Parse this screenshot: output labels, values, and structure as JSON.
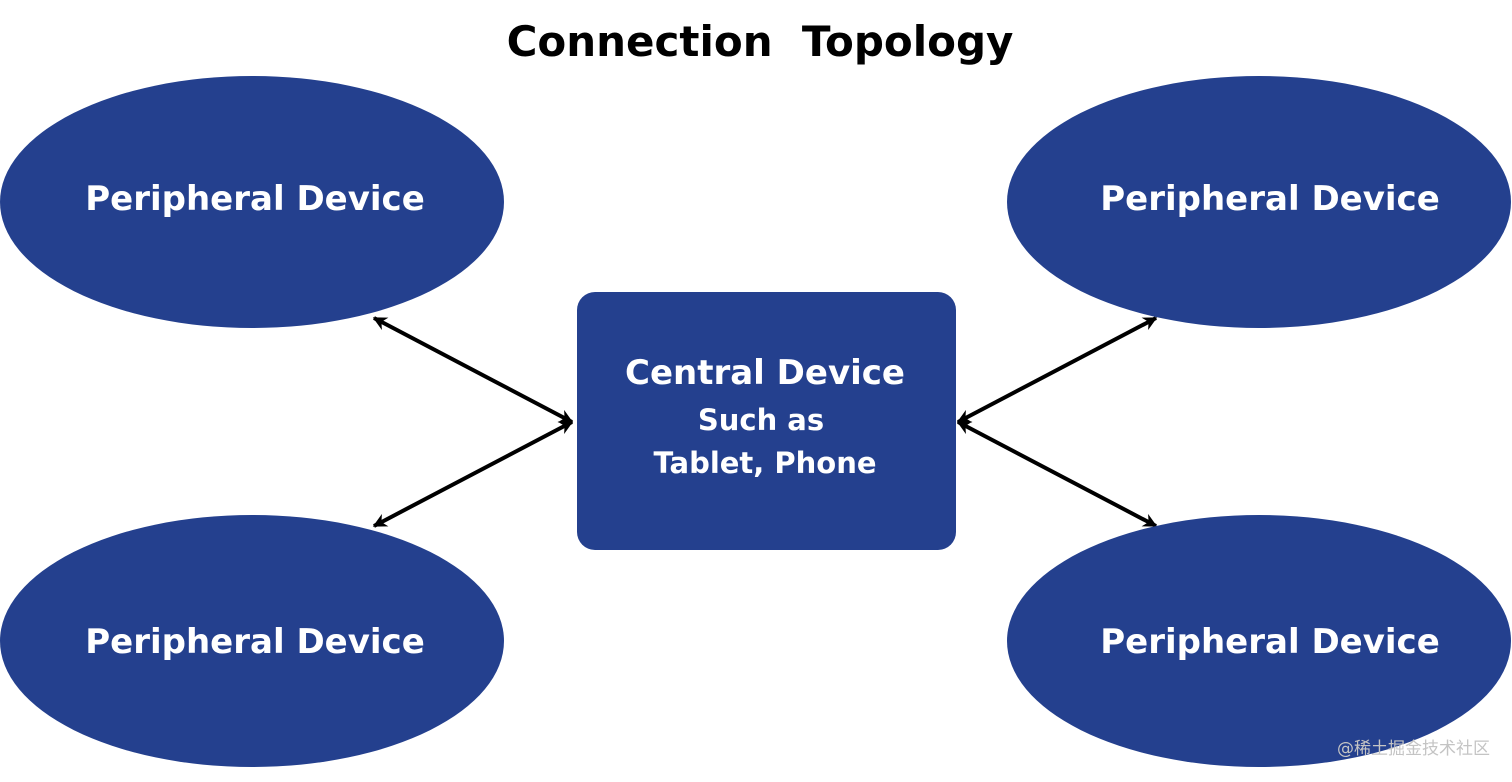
{
  "title": "Connection  Topology",
  "colors": {
    "node_fill": "#24408e",
    "node_text": "#ffffff",
    "arrow": "#000000",
    "background": "#ffffff"
  },
  "central": {
    "title": "Central Device",
    "line2": "Such as",
    "line3": "Tablet, Phone"
  },
  "peripherals": [
    {
      "label": "Peripheral Device"
    },
    {
      "label": "Peripheral Device"
    },
    {
      "label": "Peripheral Device"
    },
    {
      "label": "Peripheral Device"
    }
  ],
  "watermark": "@稀土掘金技术社区"
}
